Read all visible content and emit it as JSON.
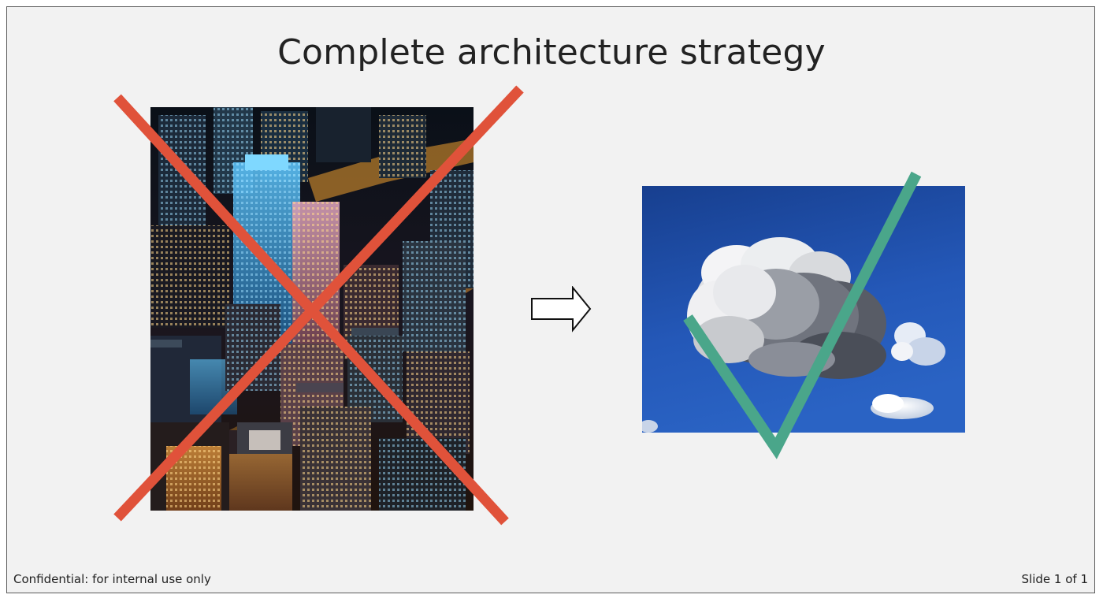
{
  "slide": {
    "title": "Complete architecture strategy",
    "footer_left": "Confidential: for internal use only",
    "footer_right": "Slide 1 of 1"
  },
  "images": {
    "left": {
      "icon": "night-city-skyline-photo",
      "mark": "cross-out-x"
    },
    "right": {
      "icon": "cloud-sky-photo",
      "mark": "check-mark"
    }
  },
  "colors": {
    "slide_background": "#f2f2f2",
    "frame_border": "#5a5a5a",
    "cross_mark": "#e0523a",
    "check_mark": "#4aa68a",
    "sky_top": "#173f8f",
    "sky_bottom": "#2a63c4",
    "title_text": "#222222"
  }
}
